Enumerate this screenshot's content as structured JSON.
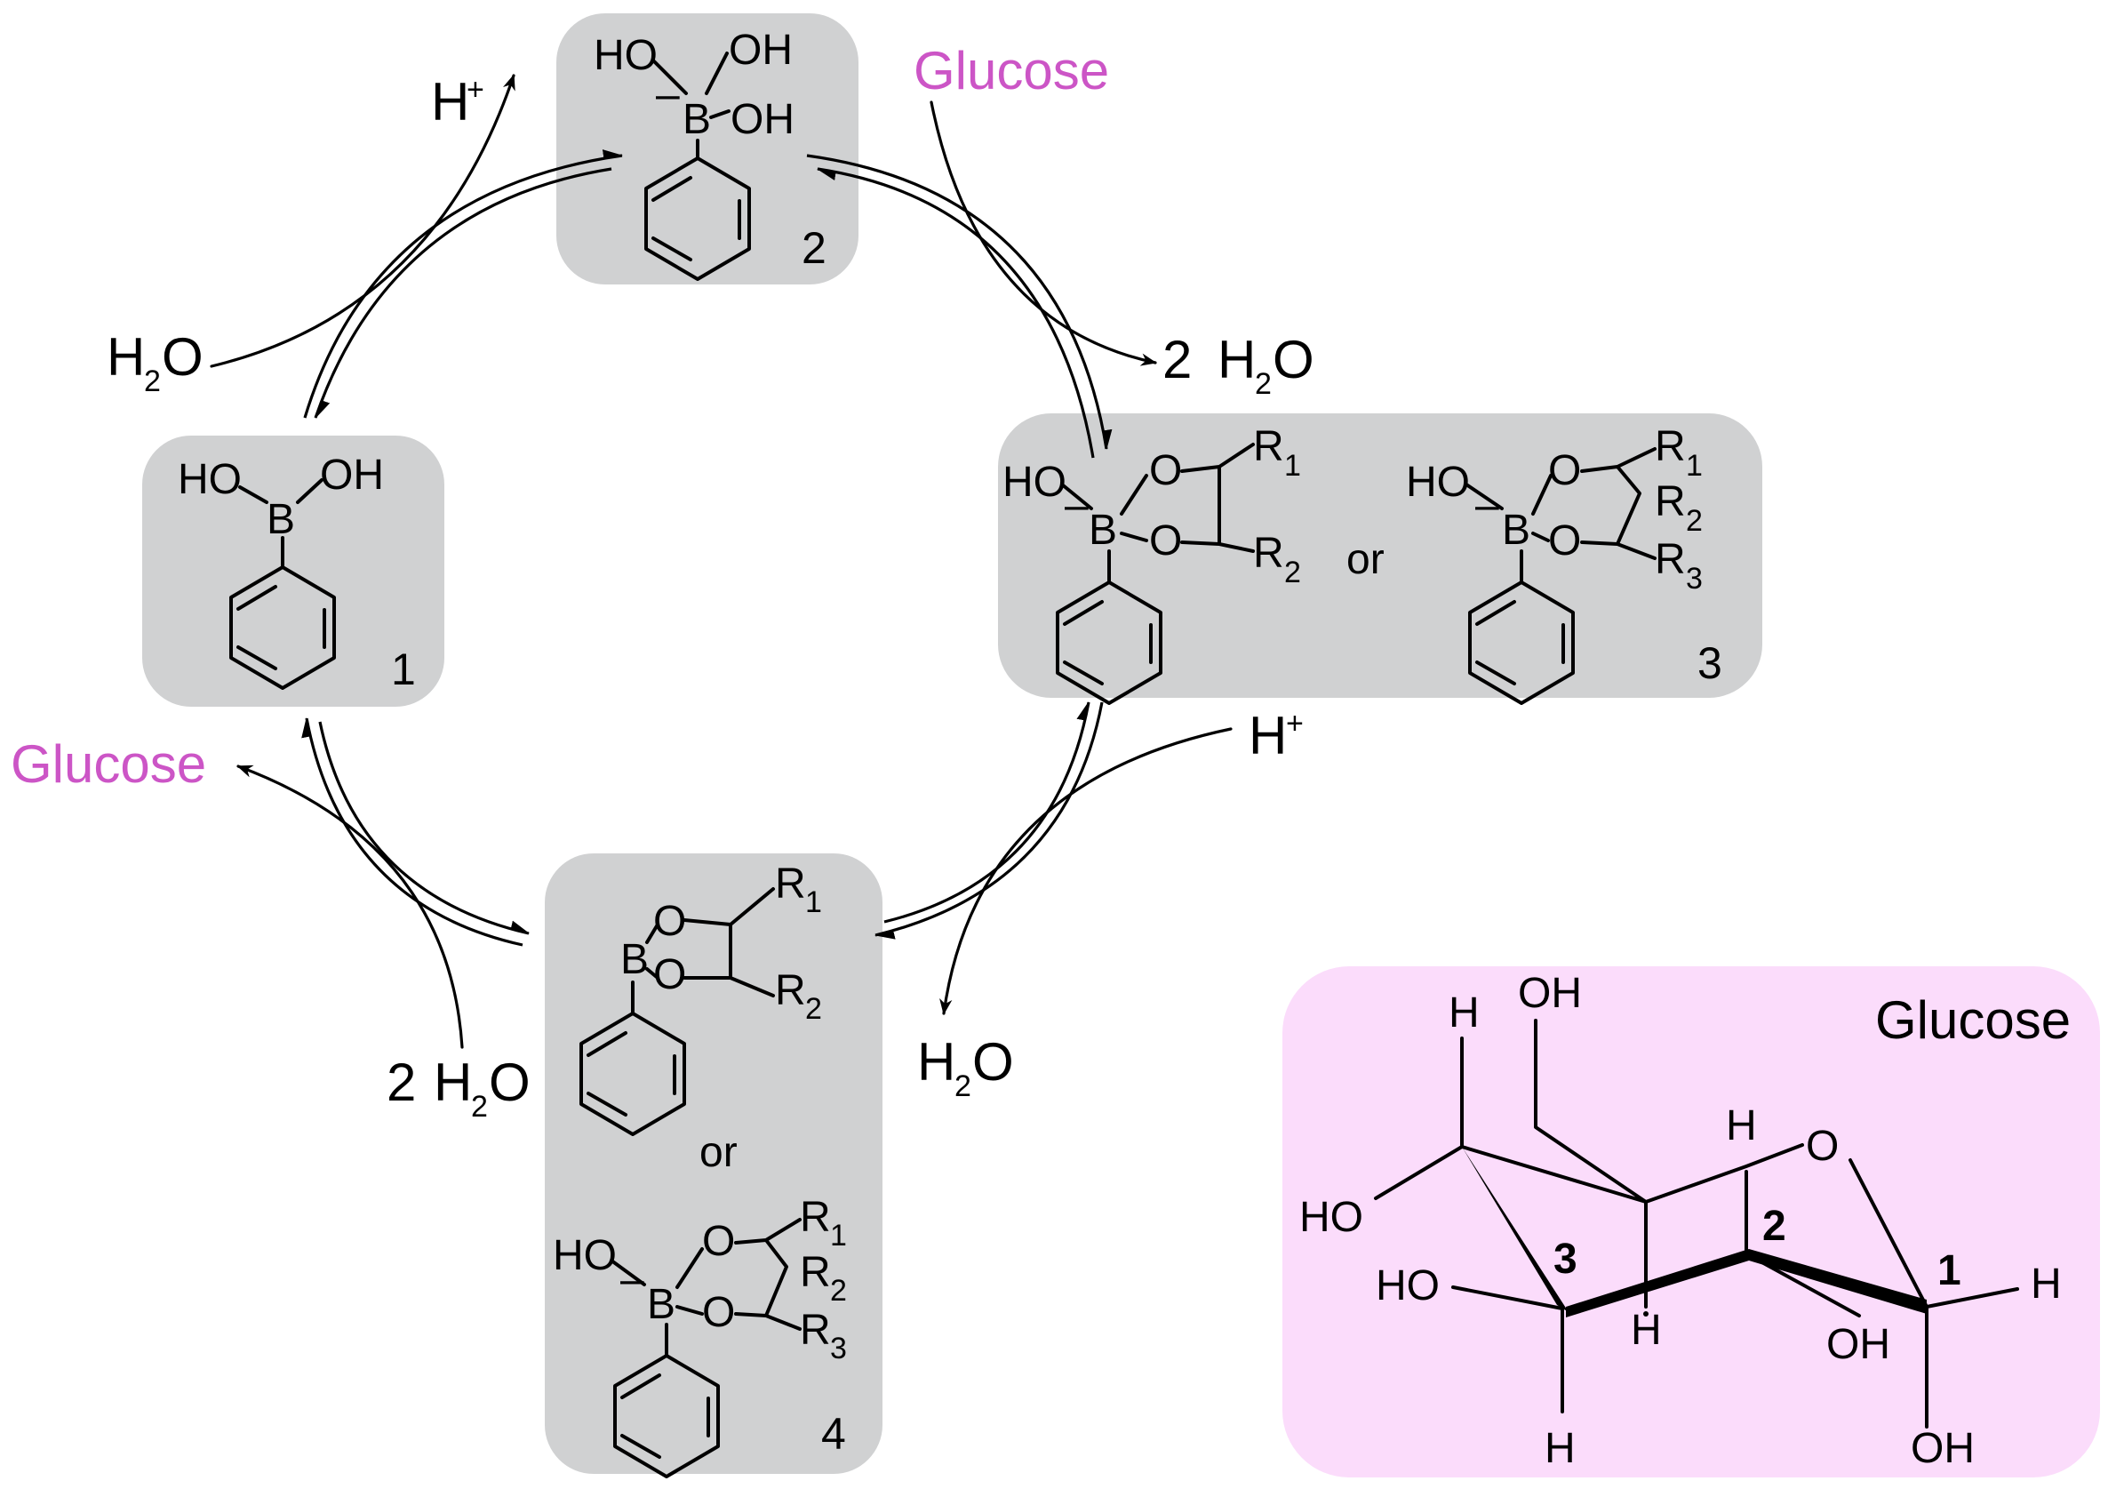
{
  "compounds": {
    "c1": {
      "label": "1",
      "OH": "OH",
      "HO": "HO",
      "B": "B"
    },
    "c2": {
      "label": "2",
      "HO": "HO",
      "OH1": "OH",
      "OH2": "OH",
      "B": "B",
      "charge": "–"
    },
    "c3": {
      "label": "3",
      "or": "or",
      "HO": "HO",
      "O": "O",
      "B": "B",
      "charge": "–",
      "R1": "R",
      "R2": "R",
      "R3": "R",
      "s1": "1",
      "s2": "2",
      "s3": "3"
    },
    "c4": {
      "label": "4",
      "or": "or",
      "HO": "HO",
      "O": "O",
      "B": "B",
      "charge": "–",
      "R1": "R",
      "R2": "R",
      "R3": "R",
      "s1": "1",
      "s2": "2",
      "s3": "3"
    }
  },
  "reagents": {
    "glucose": "Glucose",
    "H": "H",
    "plus": "+",
    "water_H": "H",
    "water_2": "2",
    "water_O": "O",
    "two": "2"
  },
  "glucose_panel": {
    "title": "Glucose",
    "OH": "OH",
    "HO": "HO",
    "H": "H",
    "O": "O",
    "n1": "1",
    "n2": "2",
    "n3": "3"
  },
  "colors": {
    "box_gray": "#d0d1d2",
    "box_pink": "#fbdcfb",
    "glucose_label": "#cc55c6"
  }
}
